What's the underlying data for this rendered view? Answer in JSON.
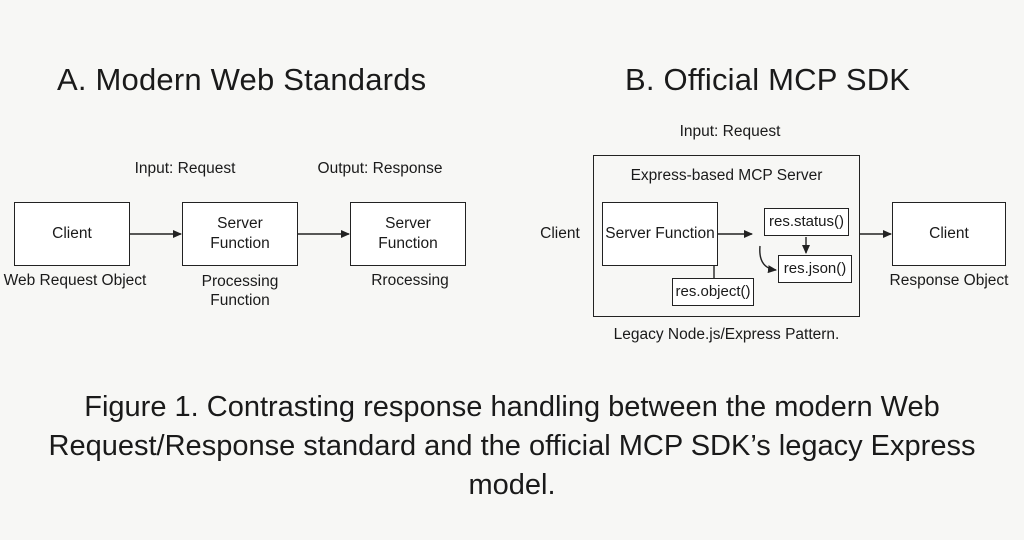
{
  "panel_a": {
    "title": "A. Modern Web Standards",
    "input_label": "Input: Request",
    "output_label": "Output: Response",
    "client_box": "Client",
    "server_box_1": [
      "Server",
      "Function"
    ],
    "server_box_2": [
      "Server",
      "Function"
    ],
    "client_caption": "Web Request Object",
    "server_caption_1": [
      "Processing",
      "Function"
    ],
    "server_caption_2": "Rrocessing"
  },
  "panel_b": {
    "title": "B. Official MCP SDK",
    "input_label": "Input: Request",
    "container_title": "Express-based MCP Server",
    "client_left": "Client",
    "server_function": "Server Function",
    "res_status": "res.status()",
    "res_json": "res.json()",
    "res_object": "res.object()",
    "client_right": "Client",
    "client_right_caption": "Response Object",
    "container_caption": "Legacy Node.js/Express Pattern."
  },
  "caption": {
    "lines": [
      "Figure 1. Contrasting response handling between the modern Web",
      "Request/Response standard and the official MCP SDK’s legacy Express",
      "model."
    ]
  }
}
